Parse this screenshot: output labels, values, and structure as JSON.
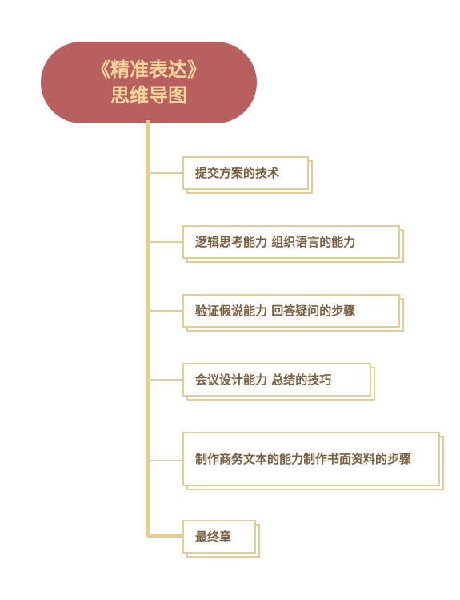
{
  "root": {
    "line1": "《精准表达》",
    "line2": "思维导图"
  },
  "branches": [
    {
      "label": "提交方案的技术"
    },
    {
      "label": "逻辑思考能力 组织语言的能力"
    },
    {
      "label": "验证假说能力 回答疑问的步骤"
    },
    {
      "label": "会议设计能力 总结的技巧"
    },
    {
      "label": "制作商务文本的能力制作书面资料的步骤"
    },
    {
      "label": "最终章"
    }
  ],
  "colors": {
    "root_fill": "#b85f5f",
    "root_text": "#f3d79a",
    "line": "#e3cd94",
    "branch_text": "#7a6040"
  }
}
